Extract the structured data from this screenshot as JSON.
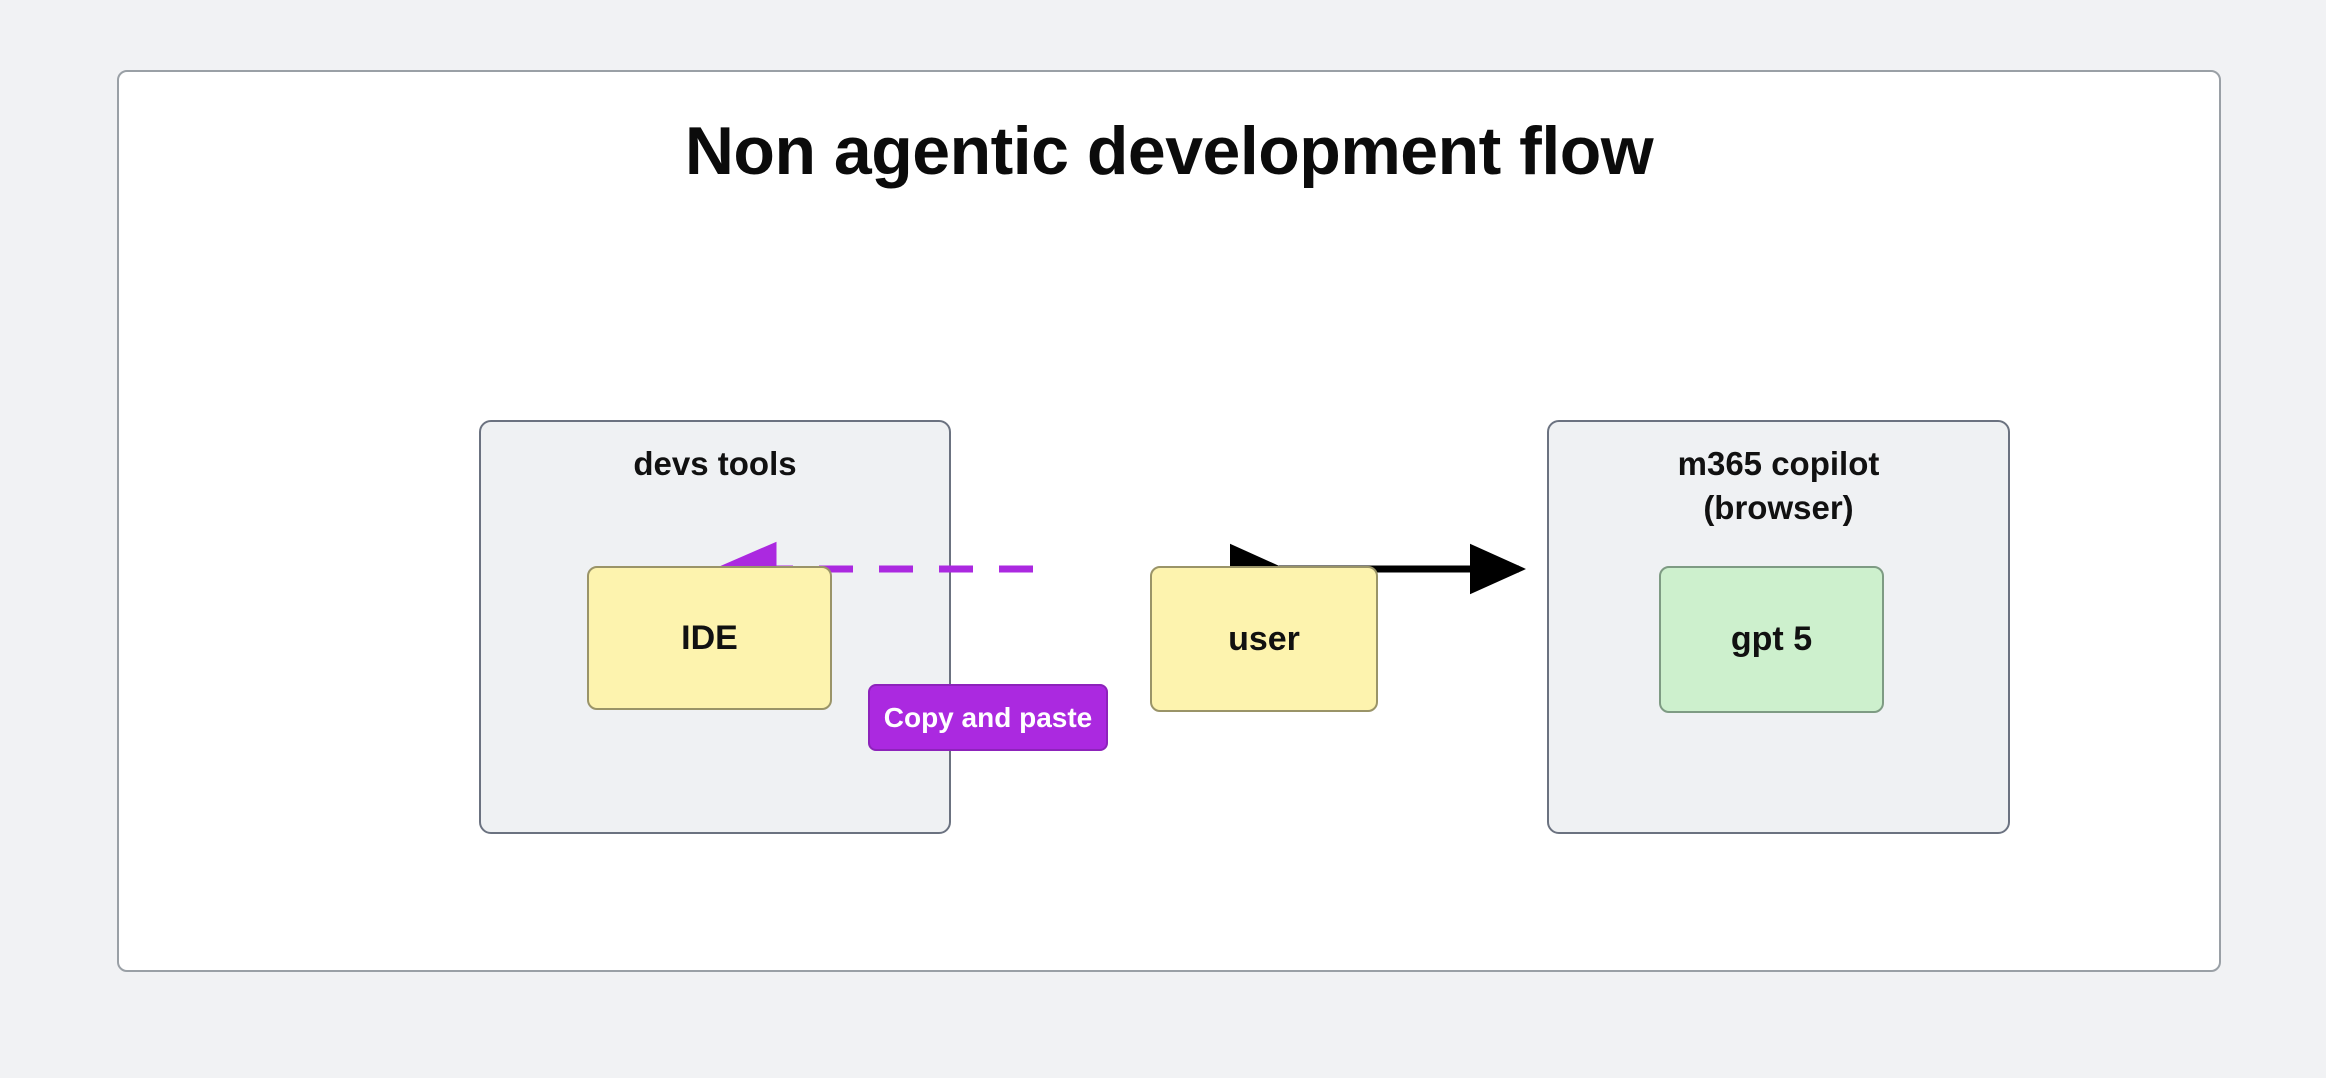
{
  "diagram": {
    "title": "Non agentic development flow",
    "type": "flowchart",
    "subgraphs": [
      {
        "id": "devs-tools",
        "label": "devs tools"
      },
      {
        "id": "m365-copilot",
        "label": "m365 copilot\n(browser)"
      }
    ],
    "nodes": [
      {
        "id": "ide",
        "label": "IDE",
        "fill": "#fdf3ae",
        "group": "devs tools"
      },
      {
        "id": "user",
        "label": "user",
        "fill": "#fdf3ae",
        "group": ""
      },
      {
        "id": "gpt5",
        "label": "gpt 5",
        "fill": "#cdf0cd",
        "group": "m365 copilot (browser)"
      }
    ],
    "edges": [
      {
        "id": "user-to-ide",
        "from": "user",
        "to": "ide",
        "label": "Copy and paste",
        "style": "dashed",
        "color": "#ab29e0",
        "arrows": "end"
      },
      {
        "id": "user-to-gpt5",
        "from": "user",
        "to": "gpt5",
        "label": "",
        "style": "solid",
        "color": "#000000",
        "arrows": "both"
      }
    ],
    "colors": {
      "page_background": "#f1f2f4",
      "card_background": "#ffffff",
      "card_border": "#9aa0a6",
      "subgraph_background": "#eff1f3",
      "subgraph_border": "#6b7280",
      "node_yellow": "#fdf3ae",
      "node_green": "#cdf0cd",
      "edge_purple": "#ab29e0",
      "edge_black": "#000000",
      "label_text": "#ffffff"
    }
  }
}
